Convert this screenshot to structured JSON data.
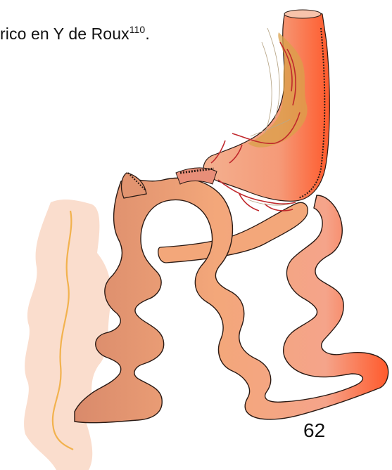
{
  "caption": {
    "text": "rico en Y de Roux",
    "superscript": "110",
    "trailing": "."
  },
  "page_number": "62",
  "colors": {
    "colon": "#f9d7c4",
    "colon_line": "#f2b24e",
    "stomach_light": "#f3a884",
    "stomach_dark": "#ff5a2c",
    "gastric_pouch_fat": "#d9a04a",
    "intestine_light": "#f3a77a",
    "intestine_dark": "#d98a6b",
    "intestine_end": "#ff5a2c",
    "vessel": "#c0282c",
    "outline": "#2a1a14"
  },
  "icons": [
    "anatomical-illustration"
  ]
}
